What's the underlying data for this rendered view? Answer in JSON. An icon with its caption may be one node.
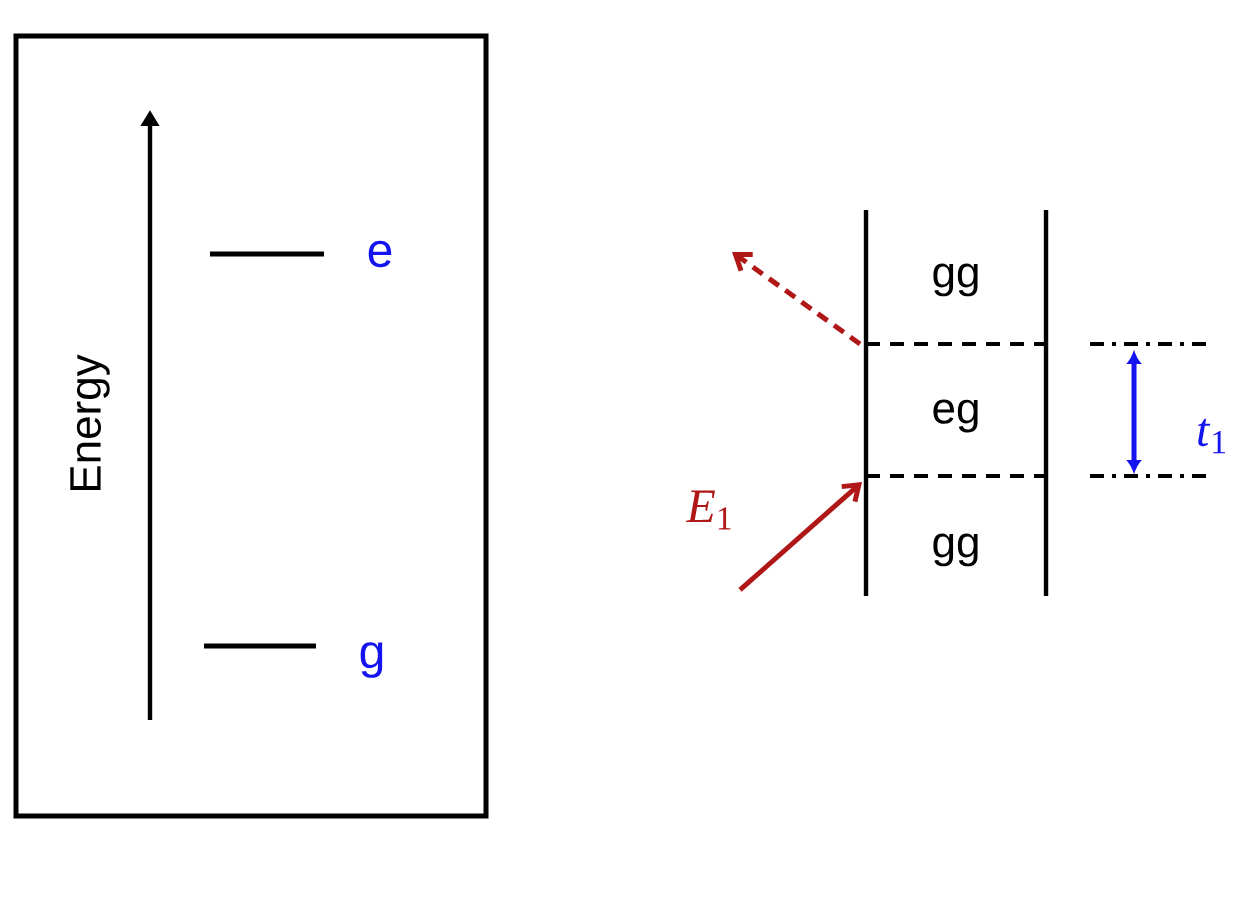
{
  "diagram": {
    "labels": [
      "Energy",
      "e",
      "g",
      "gg",
      "eg",
      "gg",
      "*E*$_{1}$",
      "*t*$_{1}$"
    ]
  }
}
